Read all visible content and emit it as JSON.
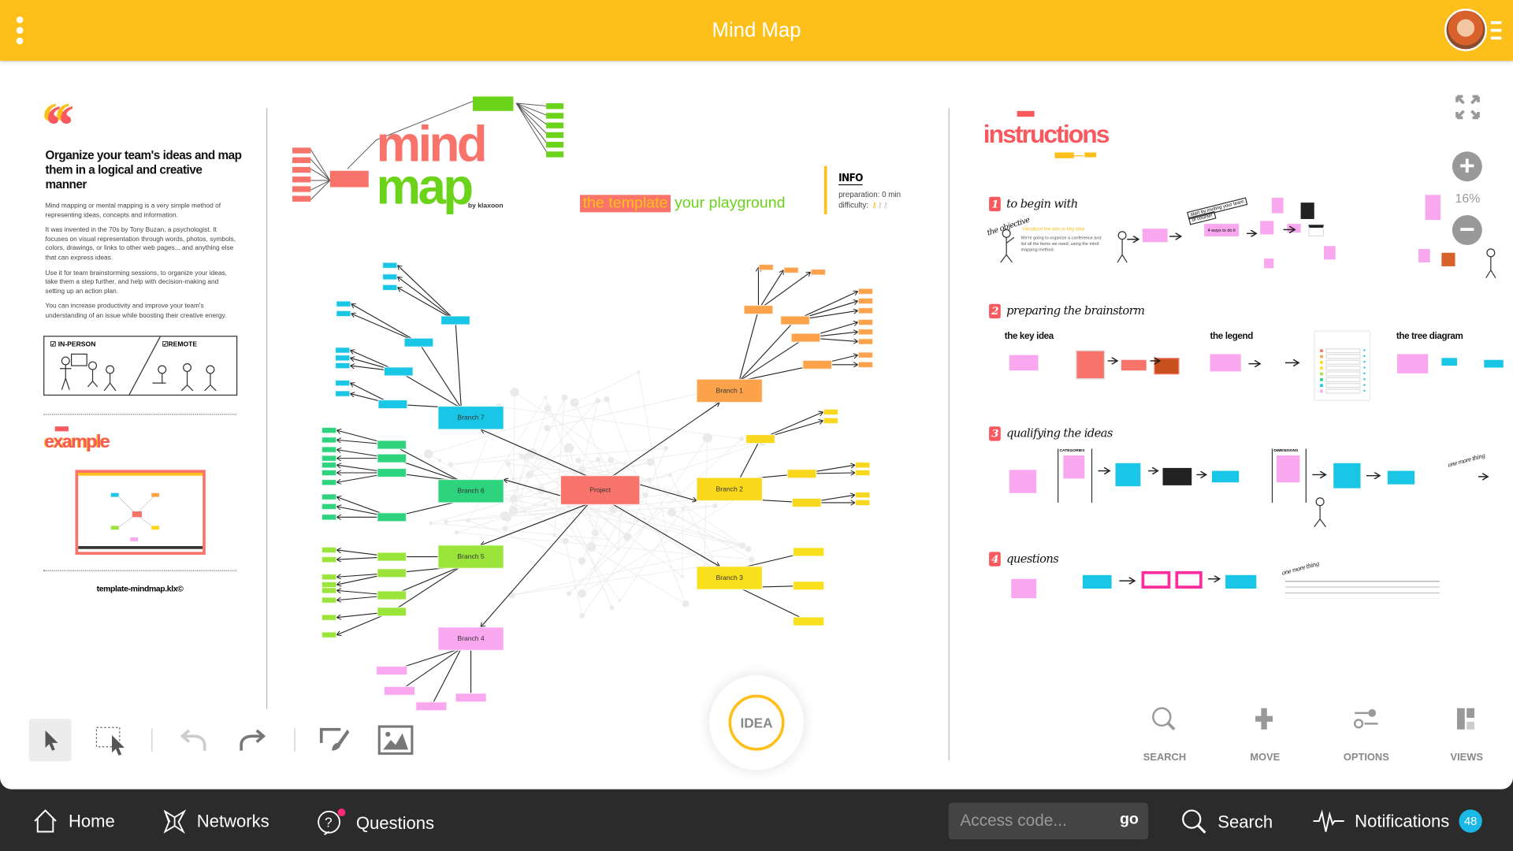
{
  "app": {
    "title": "Mind Map",
    "menu_icon": "kebab-menu-icon",
    "avatar": "user-avatar"
  },
  "left_panel": {
    "heading": "Organize your team's ideas and map them in a logical and creative manner",
    "paragraphs": [
      "Mind mapping or mental mapping is a very simple method of representing ideas, concepts and information.",
      "It was invented in the 70s by Tony Buzan, a psychologist. It focuses on visual representation through words, photos, symbols, colors, drawings, or links to other web pages... and anything else that can express ideas.",
      "Use it for team brainstorming sessions, to organize your ideas, take them a step further, and help with decision-making and setting up an action plan.",
      "You can increase productivity and improve your team's understanding of an issue while boosting their creative energy."
    ],
    "in_person": "IN-PERSON",
    "remote": "REMOTE",
    "example_title": "example",
    "file_name": "template-mindmap.klx©"
  },
  "center": {
    "logo_line1": "mind",
    "logo_line2": "map",
    "by": "by klaxoon",
    "tag_template": "the template",
    "tag_playground": "your playground",
    "info_title": "INFO",
    "preparation": "preparation: 0 min",
    "difficulty": "difficulty:",
    "difficulty_level": 1,
    "difficulty_max": 3
  },
  "mindmap": {
    "root": {
      "label": "Project",
      "color": "#f8736a"
    },
    "branches": [
      {
        "label": "Branch 1",
        "color": "#fba24b"
      },
      {
        "label": "Branch 2",
        "color": "#f9d71c"
      },
      {
        "label": "Branch 3",
        "color": "#f9e01c"
      },
      {
        "label": "Branch 4",
        "color": "#f9a8f0"
      },
      {
        "label": "Branch 5",
        "color": "#9be53a"
      },
      {
        "label": "Branch 6",
        "color": "#2ed37e"
      },
      {
        "label": "Branch 7",
        "color": "#1ac6e6"
      }
    ]
  },
  "instructions": {
    "title": "instructions",
    "sections": [
      {
        "num": "1",
        "title": "to begin with",
        "objective": "the objective",
        "aim": "introduce the aim or key idea",
        "desc": "We're going to organize a conference and list all the items we need, using the mind mapping method.",
        "invite": "start by inviting your team",
        "of_course": "of course!",
        "ways": "4 ways to do it"
      },
      {
        "num": "2",
        "title": "preparing the brainstorm",
        "key_idea": "the key idea",
        "legend": "the legend",
        "tree": "the tree diagram"
      },
      {
        "num": "3",
        "title": "qualifying the ideas",
        "categories": "CATEGORIES",
        "dimensions": "DIMENSIONS",
        "one_more": "one more thing"
      },
      {
        "num": "4",
        "title": "questions",
        "one_more": "one more thing"
      }
    ]
  },
  "zoom": {
    "level": "16%",
    "plus": "+",
    "minus": "−"
  },
  "tools": [
    {
      "label": "SEARCH",
      "icon": "magnifier-icon"
    },
    {
      "label": "MOVE",
      "icon": "move-hand-icon"
    },
    {
      "label": "OPTIONS",
      "icon": "options-sliders-icon"
    },
    {
      "label": "VIEWS",
      "icon": "views-layout-icon"
    }
  ],
  "idea_button": "IDEA",
  "bottom_nav": {
    "home": "Home",
    "networks": "Networks",
    "questions": "Questions",
    "access_placeholder": "Access code...",
    "go": "go",
    "search": "Search",
    "notifications": "Notifications",
    "notification_count": "48"
  },
  "colors": {
    "accent": "#fdc01a",
    "red": "#f7595e",
    "bottom_bar": "#2b2b2b",
    "badge": "#1ab8e6"
  }
}
